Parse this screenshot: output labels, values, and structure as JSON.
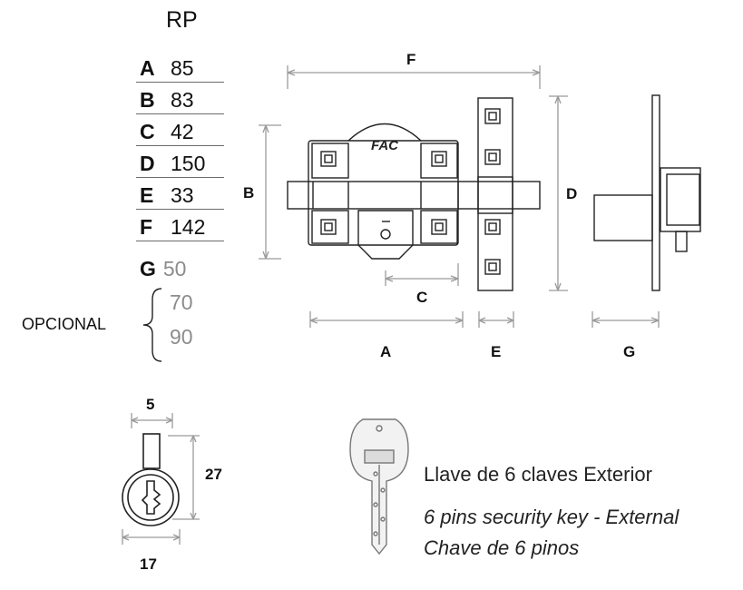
{
  "model": "RP",
  "specs": [
    {
      "key": "A",
      "value": "85"
    },
    {
      "key": "B",
      "value": "83"
    },
    {
      "key": "C",
      "value": "42"
    },
    {
      "key": "D",
      "value": "150"
    },
    {
      "key": "E",
      "value": "33"
    },
    {
      "key": "F",
      "value": "142"
    }
  ],
  "g_spec": {
    "key": "G",
    "value": "50"
  },
  "optional": {
    "label": "OPCIONAL",
    "values": [
      "70",
      "90"
    ]
  },
  "dimension_labels": {
    "A": "A",
    "B": "B",
    "C": "C",
    "D": "D",
    "E": "E",
    "F": "F",
    "G": "G"
  },
  "cylinder_dims": {
    "width_top": "5",
    "height": "27",
    "width_bottom": "17"
  },
  "brand": "FAC",
  "key_text": {
    "es": "Llave de 6 claves Exterior",
    "en": "6 pins security key - External",
    "pt": "Chave de 6 pinos"
  },
  "colors": {
    "line": "#222222",
    "dim": "#9a9a9a",
    "gray_text": "#8c8c8c"
  }
}
